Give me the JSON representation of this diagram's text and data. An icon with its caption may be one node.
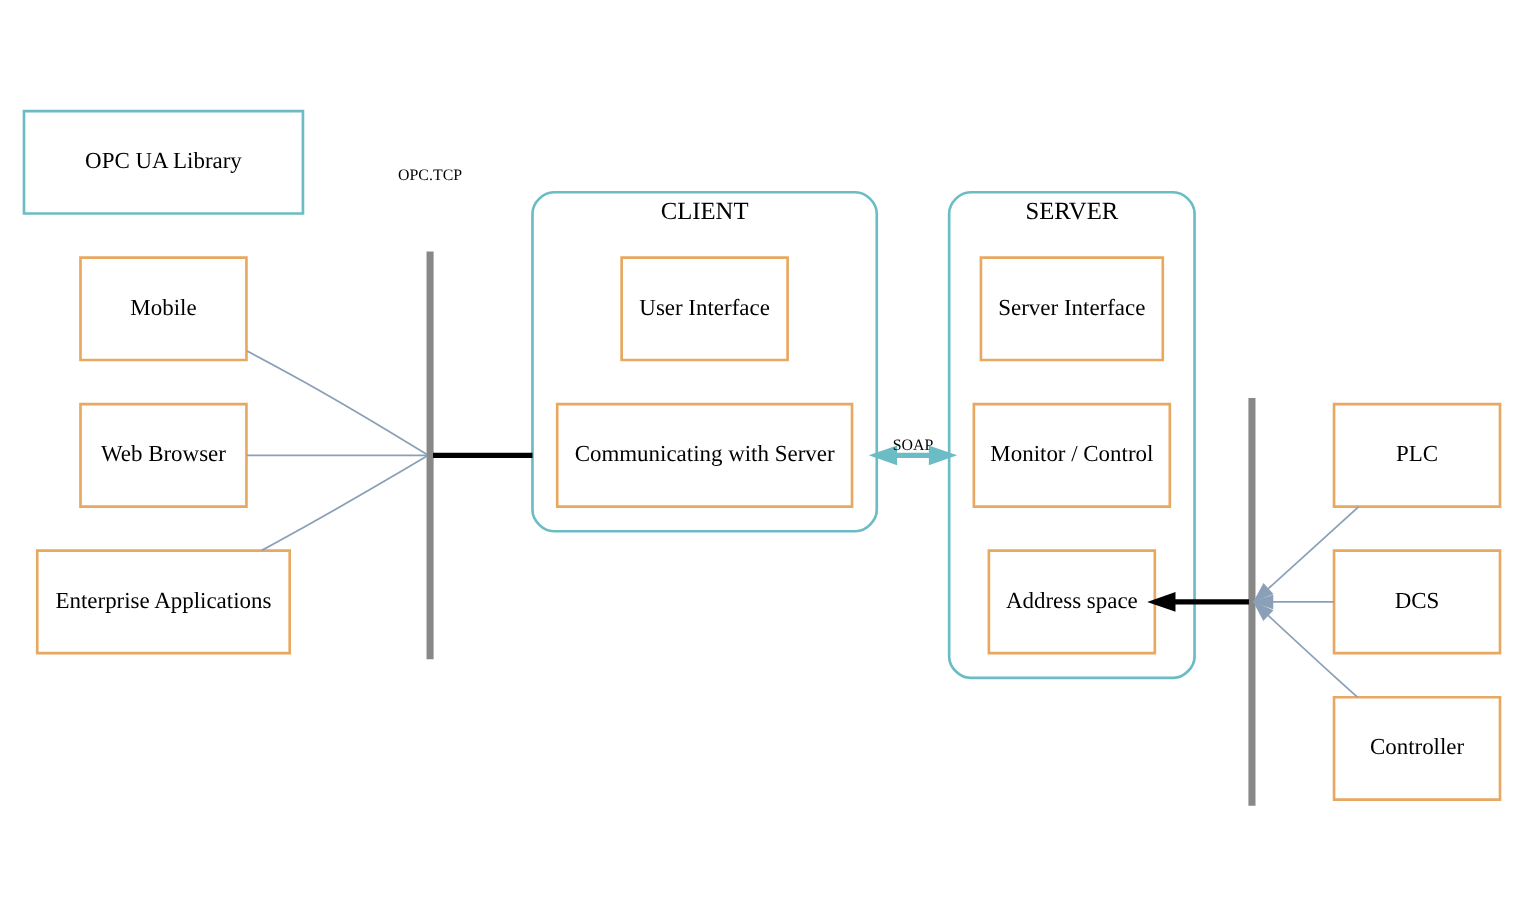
{
  "diagram": {
    "nodes": [
      {
        "text": [
          "Mobile"
        ]
      },
      {
        "text": [
          "Web Browser"
        ]
      },
      {
        "text": [
          "Enterprise Applications"
        ]
      },
      {
        "text": [],
        "shape": "bar"
      },
      {
        "text": [
          "CLIENT"
        ]
      },
      {
        "text": [
          "User Interface"
        ],
        "in": 4
      },
      {
        "text": [
          "Communicating with Server"
        ],
        "in": 4
      },
      {
        "text": [
          "SERVER"
        ]
      },
      {
        "text": [
          "Server Interface"
        ],
        "in": 7
      },
      {
        "text": [
          "Monitor / Control"
        ],
        "in": 7
      },
      {
        "text": [
          "Address space"
        ],
        "in": 7
      },
      {
        "text": [],
        "shape": "bar"
      },
      {
        "text": [
          "PLC"
        ]
      },
      {
        "text": [
          "DCS"
        ]
      },
      {
        "text": [
          "Controller"
        ]
      },
      {
        "text": [
          "OPC UA Library"
        ]
      }
    ],
    "edges": [
      {
        "from": 0,
        "to": 3,
        "arrow": "none"
      },
      {
        "from": 1,
        "to": 3,
        "arrow": "none"
      },
      {
        "from": 2,
        "to": 3,
        "arrow": "none"
      },
      {
        "from": 3,
        "to": 4,
        "arrow": "none",
        "style": "thick",
        "color": "#000000"
      },
      {
        "from": 4,
        "to": 7,
        "arrow": "both",
        "label": "SOAP",
        "style": "thick",
        "color": "#6bbcc4"
      },
      {
        "from": 12,
        "to": 11,
        "arrow": "to"
      },
      {
        "from": 13,
        "to": 11,
        "arrow": "to"
      },
      {
        "from": 14,
        "to": 11,
        "arrow": "to"
      },
      {
        "from": 11,
        "to": 10,
        "arrow": "to",
        "style": "thick",
        "color": "#000000"
      }
    ],
    "labels": [
      "OPC.TCP"
    ]
  }
}
